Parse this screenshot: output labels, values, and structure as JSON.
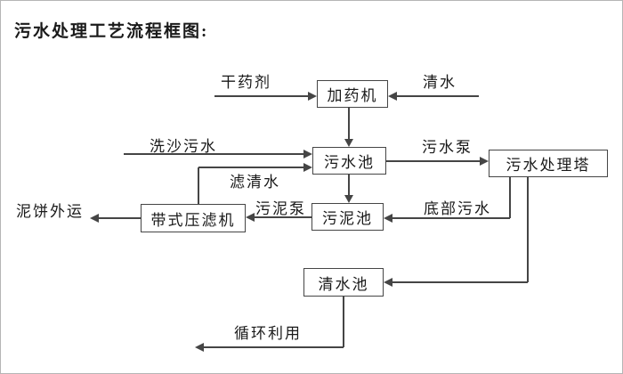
{
  "title": "污水处理工艺流程框图:",
  "colors": {
    "line": "#454545",
    "text": "#1a1a1a",
    "background": "#ffffff"
  },
  "nodes": {
    "dosing_machine": "加药机",
    "sewage_pool": "污水池",
    "treatment_tower": "污水处理塔",
    "sludge_pool": "污泥池",
    "belt_filter_press": "带式压滤机",
    "clean_water_pool": "清水池"
  },
  "flows": {
    "dry_agent": "干药剂",
    "clean_water": "清水",
    "sand_wash_sewage": "洗沙污水",
    "filtered_water": "滤清水",
    "sewage_pump": "污水泵",
    "bottom_sewage": "底部污水",
    "sludge_pump": "污泥泵",
    "mud_cake_out": "泥饼外运",
    "recycle": "循环利用"
  }
}
